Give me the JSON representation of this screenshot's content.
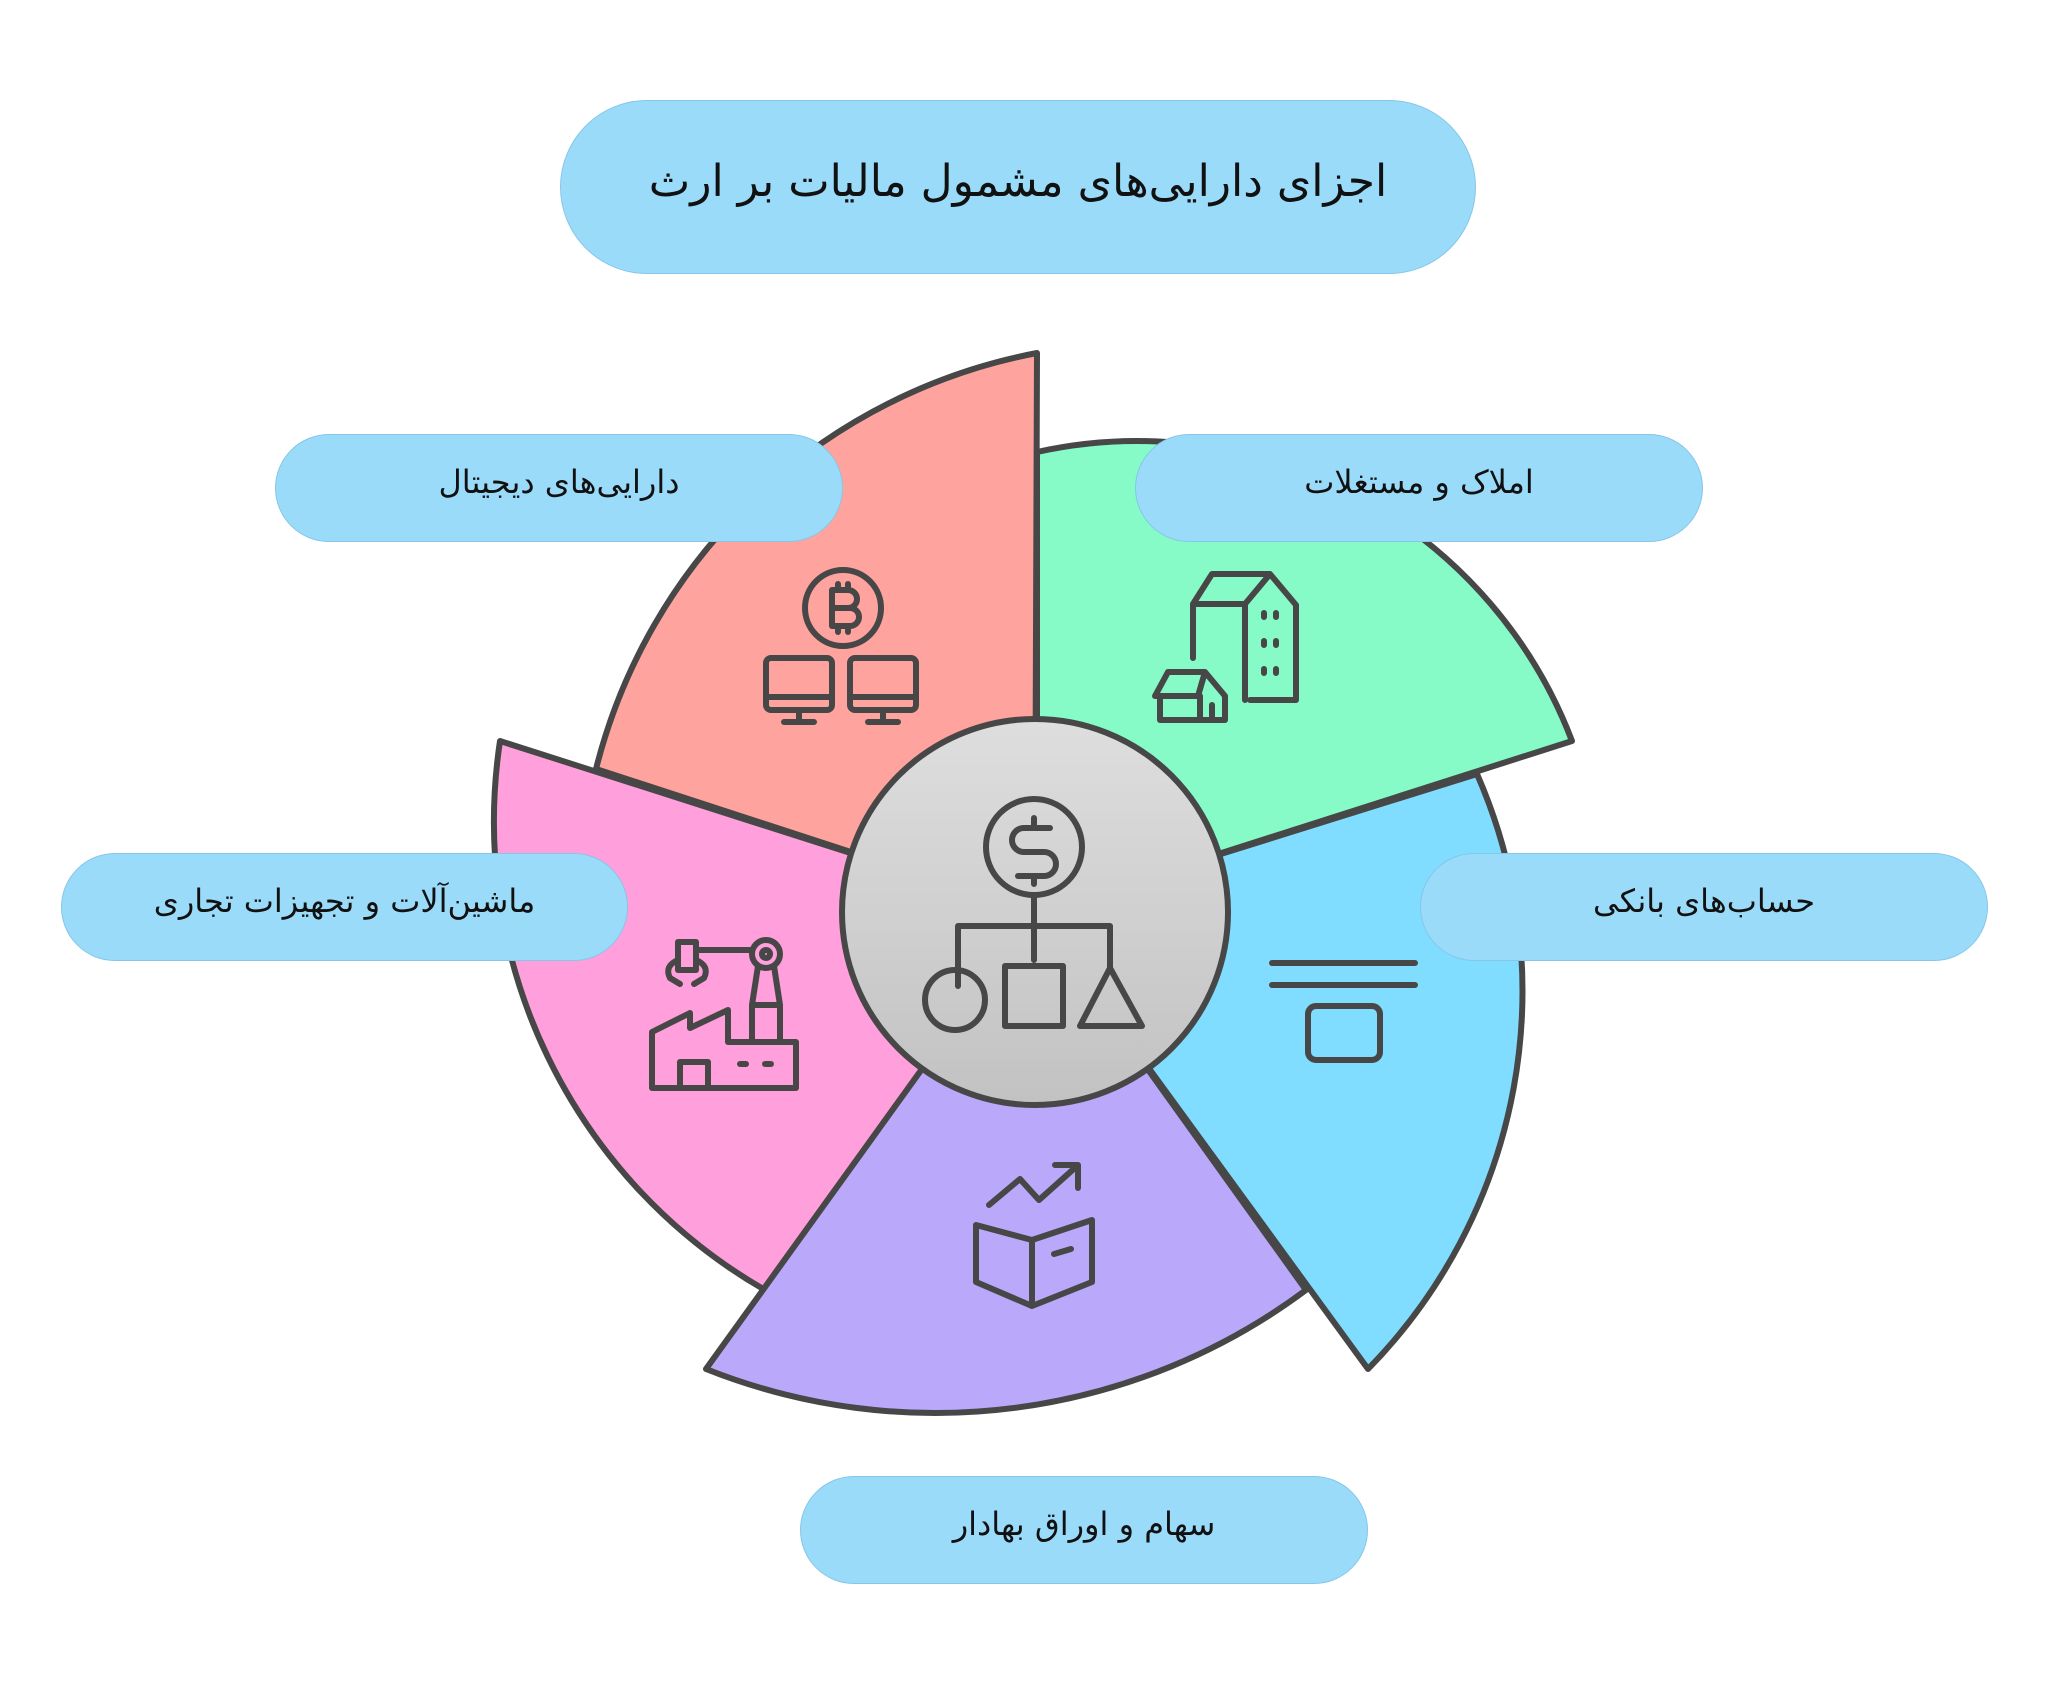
{
  "title": "اجزای دارایی‌های مشمول مالیات بر ارث",
  "colors": {
    "pill_bg": "#9BDBFA",
    "stroke": "#474747",
    "digital": "#FFA39E",
    "realestate": "#86FBC7",
    "bank": "#80DDFF",
    "stocks": "#BAA9FB",
    "machinery": "#FF9FDB",
    "center": "#D0D0D0"
  },
  "center": {
    "icon": "asset-hierarchy-dollar-icon"
  },
  "segments": [
    {
      "id": "realestate",
      "label": "املاک و مستغلات",
      "icon": "buildings-icon"
    },
    {
      "id": "bank",
      "label": "حساب‌های بانکی",
      "icon": "bank-card-icon"
    },
    {
      "id": "stocks",
      "label": "سهام و اوراق بهادار",
      "icon": "stock-growth-box-icon"
    },
    {
      "id": "machinery",
      "label": "ماشین‌آلات و تجهیزات تجاری",
      "icon": "factory-robot-arm-icon"
    },
    {
      "id": "digital",
      "label": "دارایی‌های دیجیتال",
      "icon": "bitcoin-network-icon"
    }
  ]
}
